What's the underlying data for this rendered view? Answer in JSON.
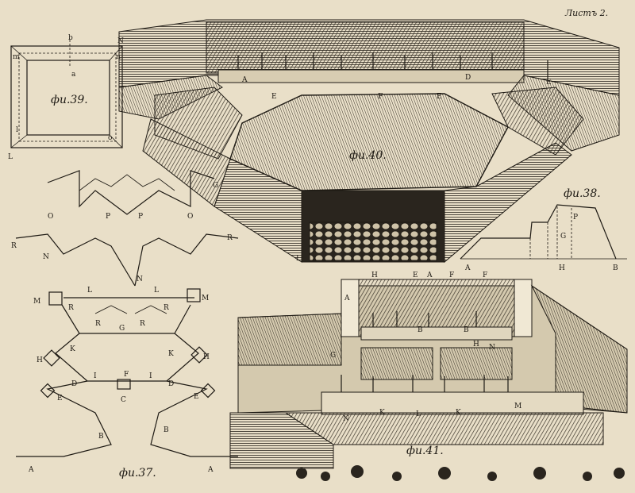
{
  "page_heading": "Листъ 2.",
  "fig39": {
    "caption": "фи.39.",
    "labels": [
      "b",
      "N",
      "m",
      "n",
      "a",
      "l",
      "o",
      "L"
    ]
  },
  "fig40": {
    "caption": "фи.40.",
    "labels": [
      "A",
      "D",
      "E",
      "F",
      "E",
      "E",
      "G",
      "I"
    ]
  },
  "fig38": {
    "caption": "фи.38.",
    "labels": [
      "P",
      "G",
      "A",
      "H",
      "B"
    ]
  },
  "fig37": {
    "caption": "фи.37.",
    "labels": [
      "O",
      "P",
      "P",
      "O",
      "R",
      "R",
      "N",
      "N",
      "L",
      "L",
      "M",
      "M",
      "R",
      "R",
      "R",
      "G",
      "R",
      "K",
      "K",
      "H",
      "H",
      "I",
      "F",
      "I",
      "D",
      "D",
      "E",
      "C",
      "E",
      "B",
      "B",
      "A",
      "A"
    ]
  },
  "fig41": {
    "caption": "фи.41.",
    "labels": [
      "H",
      "E",
      "A",
      "F",
      "F",
      "A",
      "B",
      "B",
      "G",
      "H",
      "N",
      "N",
      "K",
      "L",
      "K",
      "M"
    ]
  },
  "colors": {
    "paper": "#e9dfc8",
    "ink": "#1e1a14",
    "hatch": "#3a342a"
  }
}
